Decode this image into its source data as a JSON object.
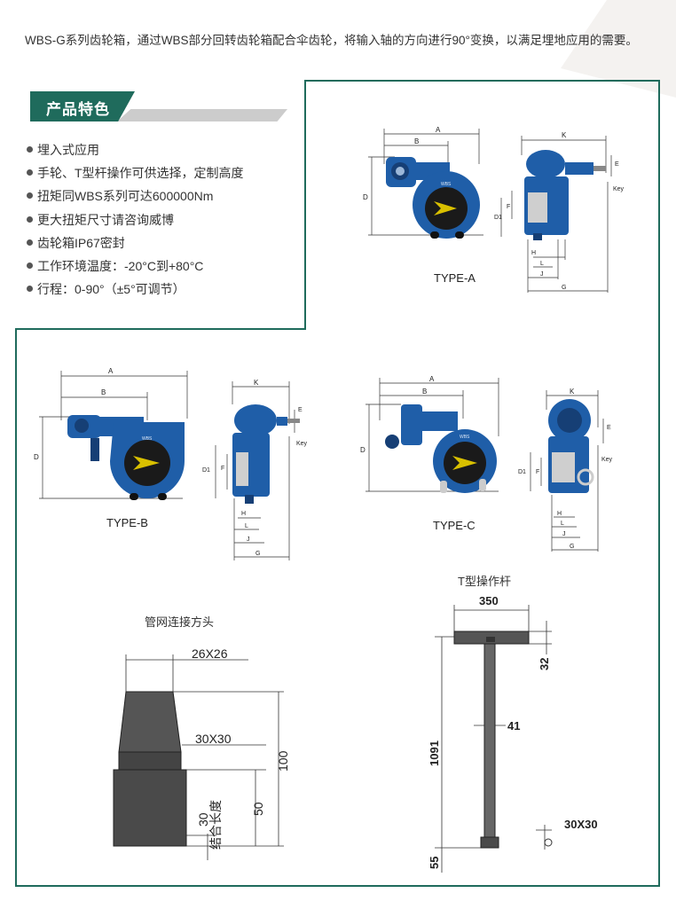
{
  "intro": "WBS-G系列齿轮箱，通过WBS部分回转齿轮箱配合伞齿轮，将输入轴的方向进行90°变换，以满足埋地应用的需要。",
  "section_tag": "产品特色",
  "features": [
    "埋入式应用",
    "手轮、T型杆操作可供选择，定制高度",
    "扭矩同WBS系列可达600000Nm",
    "更大扭矩尺寸请咨询威博",
    "齿轮箱IP67密封",
    "工作环境温度：-20°C到+80°C",
    "行程：0-90°（±5°可调节）"
  ],
  "types": {
    "a": "TYPE-A",
    "b": "TYPE-B",
    "c": "TYPE-C"
  },
  "dims": {
    "A": "A",
    "B": "B",
    "D": "D",
    "K": "K",
    "E": "E",
    "F": "F",
    "D1": "D1",
    "H": "H",
    "L": "L",
    "J": "J",
    "G": "G",
    "key": "Key"
  },
  "gearbox_label": "WBS",
  "tbar": {
    "title": "T型操作杆",
    "width": "350",
    "dia_top": "32",
    "dia_shaft": "41",
    "height": "1091",
    "bottom": "55",
    "square": "30X30"
  },
  "adapter": {
    "title": "管网连接方头",
    "top_square": "26X26",
    "mid_square": "30X30",
    "total": "100",
    "lower": "50",
    "fit": "30",
    "fit_label": "结合长度"
  },
  "colors": {
    "frame": "#1f6b5c",
    "gearbox": "#1f5ea8",
    "gearbox_dark": "#163f75",
    "steel": "#4a4a4a"
  }
}
